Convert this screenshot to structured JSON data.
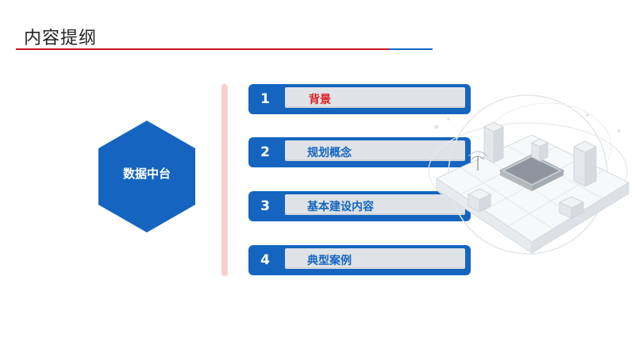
{
  "slide": {
    "title": "内容提纲",
    "center_label": "数据中台"
  },
  "outline": {
    "items": [
      {
        "number": "1",
        "label": "背景",
        "active": true
      },
      {
        "number": "2",
        "label": "规划概念",
        "active": false
      },
      {
        "number": "3",
        "label": "基本建设内容",
        "active": false
      },
      {
        "number": "4",
        "label": "典型案例",
        "active": false
      }
    ]
  },
  "colors": {
    "accent_blue": "#1565c0",
    "accent_red": "#c8151d",
    "active_text": "#e01e23",
    "panel_gray": "#dfe2e6"
  },
  "icons": {
    "illustration": "isometric-data-platform-illustration"
  }
}
